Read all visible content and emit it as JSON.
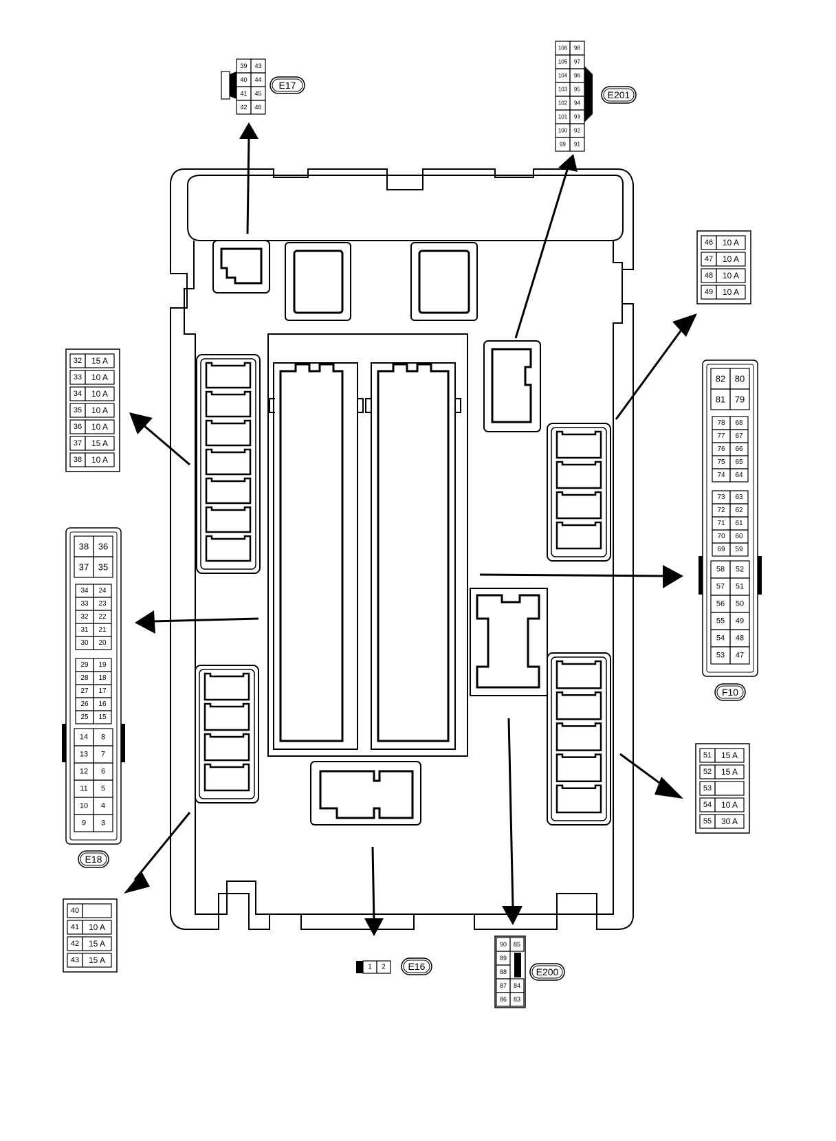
{
  "fuse_groups": {
    "left_upper": [
      [
        "32",
        "15 A"
      ],
      [
        "33",
        "10 A"
      ],
      [
        "34",
        "10 A"
      ],
      [
        "35",
        "10 A"
      ],
      [
        "36",
        "10 A"
      ],
      [
        "37",
        "15 A"
      ],
      [
        "38",
        "10 A"
      ]
    ],
    "left_lower": [
      [
        "40",
        ""
      ],
      [
        "41",
        "10 A"
      ],
      [
        "42",
        "15 A"
      ],
      [
        "43",
        "15 A"
      ]
    ],
    "right_upper": [
      [
        "46",
        "10 A"
      ],
      [
        "47",
        "10 A"
      ],
      [
        "48",
        "10 A"
      ],
      [
        "49",
        "10 A"
      ]
    ],
    "right_lower": [
      [
        "51",
        "15 A"
      ],
      [
        "52",
        "15 A"
      ],
      [
        "53",
        ""
      ],
      [
        "54",
        "10 A"
      ],
      [
        "55",
        "30 A"
      ]
    ]
  },
  "connectors": {
    "E17": {
      "label": "E17",
      "rows": [
        [
          "39",
          "43"
        ],
        [
          "40",
          "44"
        ],
        [
          "41",
          "45"
        ],
        [
          "42",
          "46"
        ]
      ]
    },
    "E201": {
      "label": "E201",
      "rows": [
        [
          "106",
          "98"
        ],
        [
          "105",
          "97"
        ],
        [
          "104",
          "96"
        ],
        [
          "103",
          "95"
        ],
        [
          "102",
          "94"
        ],
        [
          "101",
          "93"
        ],
        [
          "100",
          "92"
        ],
        [
          "99",
          "91"
        ]
      ]
    },
    "E18": {
      "label": "E18",
      "top": [
        [
          "38",
          "36"
        ],
        [
          "37",
          "35"
        ]
      ],
      "mid1": [
        [
          "34",
          "24"
        ],
        [
          "33",
          "23"
        ],
        [
          "32",
          "22"
        ],
        [
          "31",
          "21"
        ],
        [
          "30",
          "20"
        ]
      ],
      "mid2": [
        [
          "29",
          "19"
        ],
        [
          "28",
          "18"
        ],
        [
          "27",
          "17"
        ],
        [
          "26",
          "16"
        ],
        [
          "25",
          "15"
        ]
      ],
      "bottom": [
        [
          "14",
          "8"
        ],
        [
          "13",
          "7"
        ],
        [
          "12",
          "6"
        ],
        [
          "11",
          "5"
        ],
        [
          "10",
          "4"
        ],
        [
          "9",
          "3"
        ]
      ]
    },
    "F10": {
      "label": "F10",
      "top": [
        [
          "82",
          "80"
        ],
        [
          "81",
          "79"
        ]
      ],
      "mid1": [
        [
          "78",
          "68"
        ],
        [
          "77",
          "67"
        ],
        [
          "76",
          "66"
        ],
        [
          "75",
          "65"
        ],
        [
          "74",
          "64"
        ]
      ],
      "mid2": [
        [
          "73",
          "63"
        ],
        [
          "72",
          "62"
        ],
        [
          "71",
          "61"
        ],
        [
          "70",
          "60"
        ],
        [
          "69",
          "59"
        ]
      ],
      "bottom": [
        [
          "58",
          "52"
        ],
        [
          "57",
          "51"
        ],
        [
          "56",
          "50"
        ],
        [
          "55",
          "49"
        ],
        [
          "54",
          "48"
        ],
        [
          "53",
          "47"
        ]
      ]
    },
    "E16": {
      "label": "E16",
      "pins": [
        "1",
        "2"
      ]
    },
    "E200": {
      "label": "E200",
      "rows": [
        [
          "90",
          "85"
        ],
        [
          "89",
          ""
        ],
        [
          "88",
          ""
        ],
        [
          "87",
          "84"
        ],
        [
          "86",
          "83"
        ]
      ]
    }
  }
}
